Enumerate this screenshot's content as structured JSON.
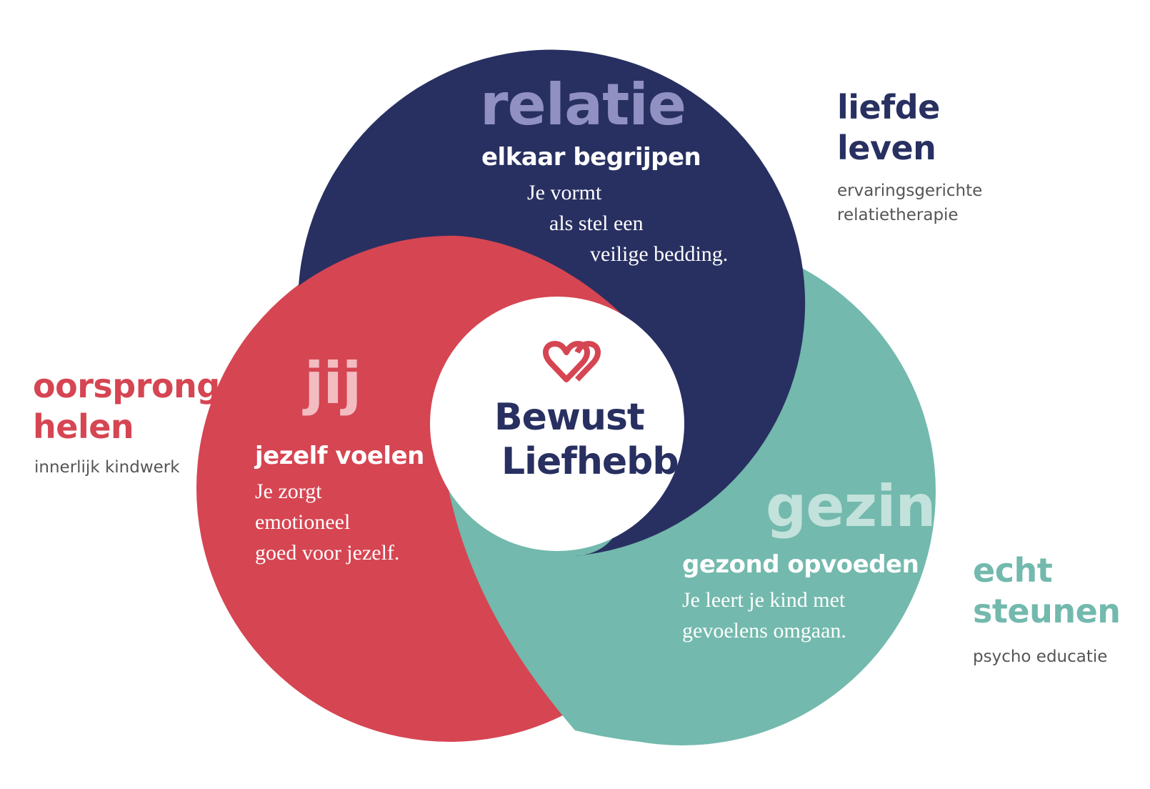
{
  "colors": {
    "navy": "#283061",
    "red": "#d64552",
    "teal": "#73b9ad",
    "lavender": "#9090c2",
    "pink": "#f2bcc1",
    "mint": "#c3e2dc",
    "grey": "#555555"
  },
  "center": {
    "title_line1": "Bewust",
    "title_line2": "Liefhebben",
    "icon": "double-heart-icon"
  },
  "relatie": {
    "title": "relatie",
    "heading": "elkaar begrijpen",
    "body_line1": "Je vormt",
    "body_line2": "als stel een",
    "body_line3": "veilige bedding."
  },
  "jij": {
    "title": "jij",
    "heading": "jezelf voelen",
    "body_line1": "Je zorgt",
    "body_line2": "emotioneel",
    "body_line3": "goed voor jezelf."
  },
  "gezin": {
    "title": "gezin",
    "heading": "gezond opvoeden",
    "body_line1": "Je leert je kind met",
    "body_line2": "gevoelens omgaan."
  },
  "side_relatie": {
    "line1": "liefde",
    "line2": "leven",
    "sub_line1": "ervaringsgerichte",
    "sub_line2": "relatietherapie"
  },
  "side_jij": {
    "line1": "oorsprong",
    "line2": "helen",
    "sub_line1": "innerlijk kindwerk"
  },
  "side_gezin": {
    "line1": "echt",
    "line2": "steunen",
    "sub_line1": "psycho educatie"
  }
}
